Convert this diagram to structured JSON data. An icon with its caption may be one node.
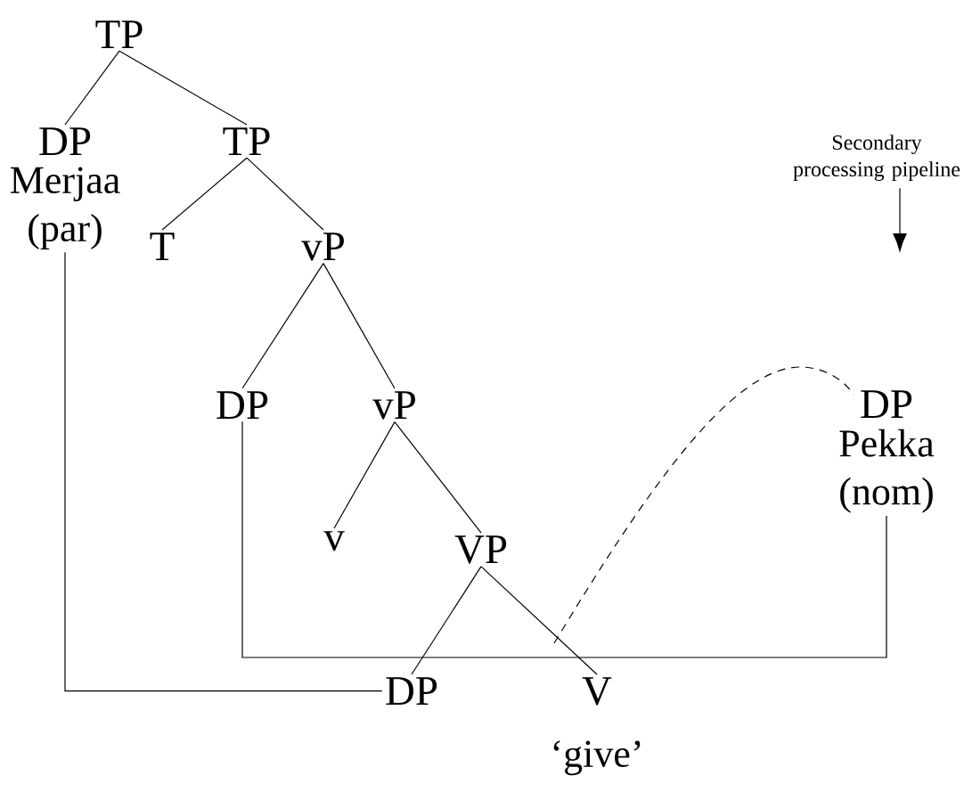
{
  "diagram": {
    "nodes": [
      {
        "text": [
          "TP"
        ]
      },
      {
        "text": [
          "DP",
          "Merjaa (par)"
        ]
      },
      {
        "text": [
          "TP"
        ]
      },
      {
        "text": [
          "T"
        ]
      },
      {
        "text": [
          "vP"
        ]
      },
      {
        "text": [
          "DP"
        ]
      },
      {
        "text": [
          "vP"
        ]
      },
      {
        "text": [
          "v"
        ]
      },
      {
        "text": [
          "VP"
        ]
      },
      {
        "text": [
          "DP"
        ]
      },
      {
        "text": [
          "V",
          "‘give’"
        ]
      },
      {
        "text": [
          "DP",
          "Pekka (nom)"
        ]
      },
      {
        "text": [
          "Secondary processing pipeline"
        ]
      }
    ],
    "edges": [
      {
        "from": 0,
        "to": 1,
        "arrow": "none"
      },
      {
        "from": 0,
        "to": 2,
        "arrow": "none"
      },
      {
        "from": 2,
        "to": 3,
        "arrow": "none"
      },
      {
        "from": 2,
        "to": 4,
        "arrow": "none"
      },
      {
        "from": 4,
        "to": 5,
        "arrow": "none"
      },
      {
        "from": 4,
        "to": 6,
        "arrow": "none"
      },
      {
        "from": 6,
        "to": 7,
        "arrow": "none"
      },
      {
        "from": 6,
        "to": 8,
        "arrow": "none"
      },
      {
        "from": 8,
        "to": 9,
        "arrow": "none"
      },
      {
        "from": 8,
        "to": 10,
        "arrow": "none"
      },
      {
        "from": 1,
        "to": 9,
        "arrow": "none"
      },
      {
        "from": 5,
        "to": 11,
        "arrow": "none"
      },
      {
        "from": null,
        "to": 11,
        "arrow": "none",
        "style": "dashed"
      },
      {
        "from": 12,
        "to": null,
        "arrow": "to"
      }
    ]
  }
}
